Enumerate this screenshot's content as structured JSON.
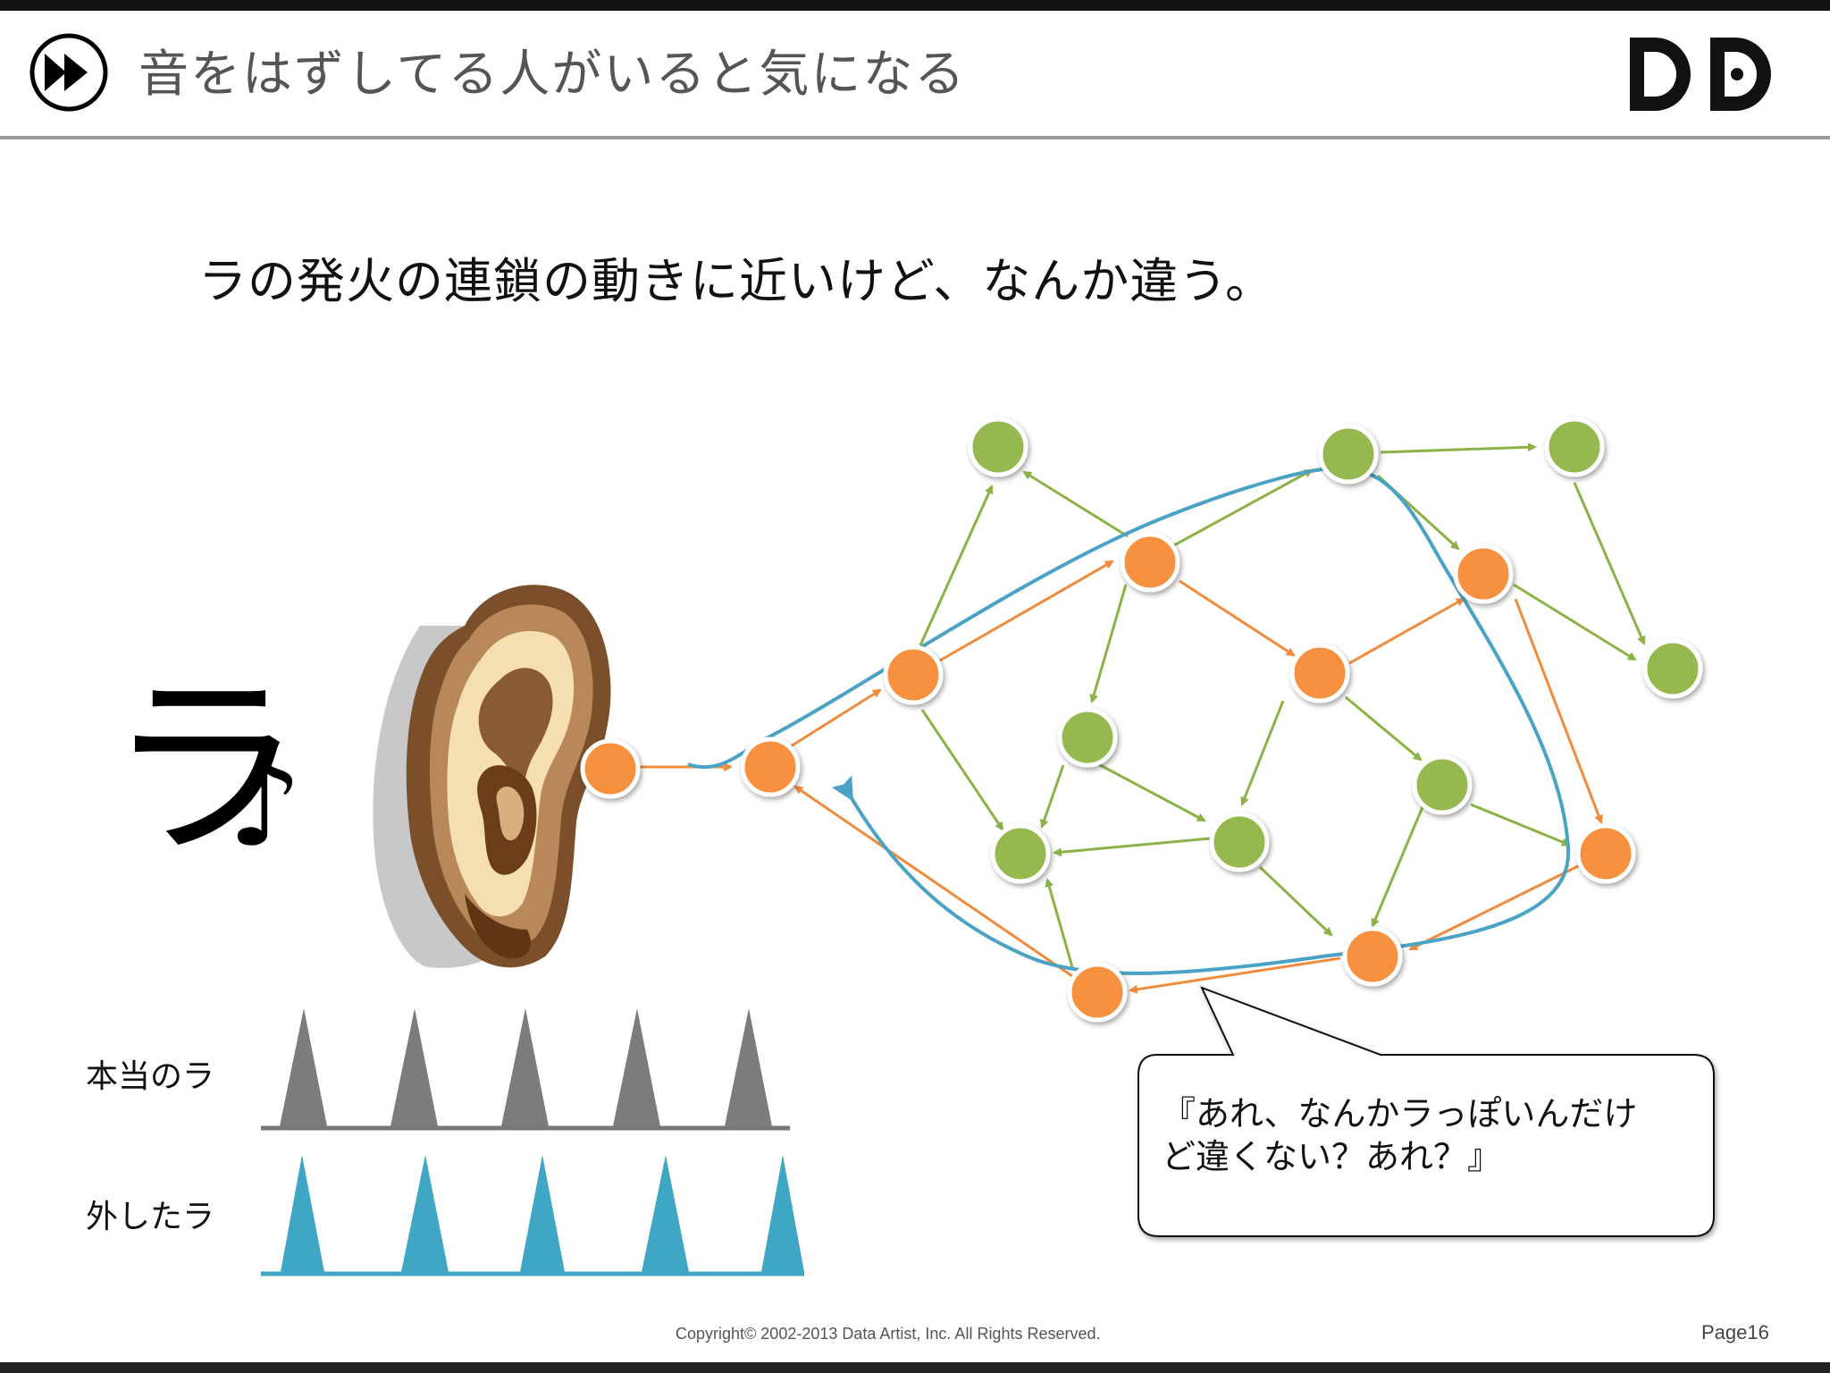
{
  "header": {
    "title": "音をはずしてる人がいると気になる",
    "icon": "play-next-icon",
    "logo_text": "DD"
  },
  "subtitle": "ラの発火の連鎖の動きに近いけど、なんか違う。",
  "ear": {
    "ra_char": "ラ",
    "note_glyph": "♪",
    "icon": "ear-icon"
  },
  "waves": {
    "true_label": "本当のラ",
    "off_label": "外したラ",
    "true_color": "#808080",
    "off_color": "#4aaac4",
    "spike_count": 5
  },
  "network": {
    "orange": "#f7913f",
    "green": "#95b94f",
    "path_color": "#4aa3c4",
    "orange_arrow": "#f08a3c",
    "green_arrow": "#8cb247"
  },
  "callout": {
    "line1": "『あれ、なんかラっぽいんだけ",
    "line2": "ど違くない？あれ？』"
  },
  "footer": {
    "copyright": "Copyright© 2002-2013 Data Artist, Inc.   All Rights Reserved.",
    "page": "Page16"
  }
}
